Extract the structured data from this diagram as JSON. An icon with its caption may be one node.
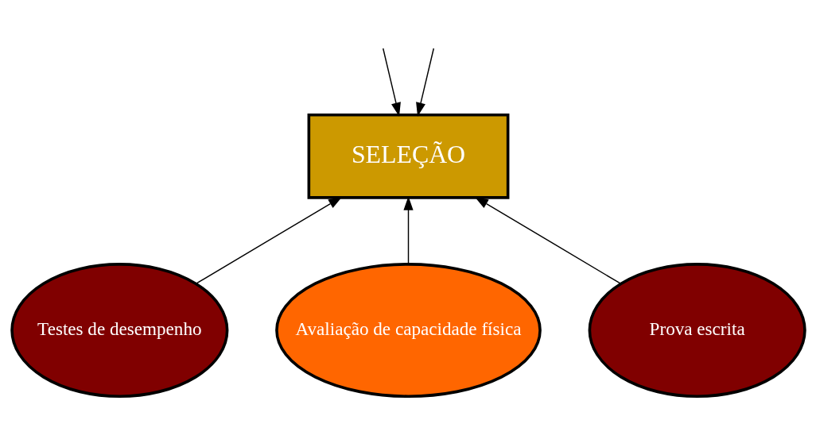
{
  "diagram": {
    "nodes": [
      {
        "text": [
          "SELEÇÃO"
        ]
      },
      {
        "text": [
          "Testes de desempenho"
        ]
      },
      {
        "text": [
          "Avaliação de capacidade física"
        ]
      },
      {
        "text": [
          "Prova escrita"
        ]
      }
    ],
    "edges": [
      {
        "from": null,
        "to": 0,
        "arrow": "to"
      },
      {
        "from": null,
        "to": 0,
        "arrow": "to"
      },
      {
        "from": 1,
        "to": 0,
        "arrow": "to"
      },
      {
        "from": 2,
        "to": 0,
        "arrow": "to"
      },
      {
        "from": 3,
        "to": 0,
        "arrow": "to"
      }
    ]
  }
}
